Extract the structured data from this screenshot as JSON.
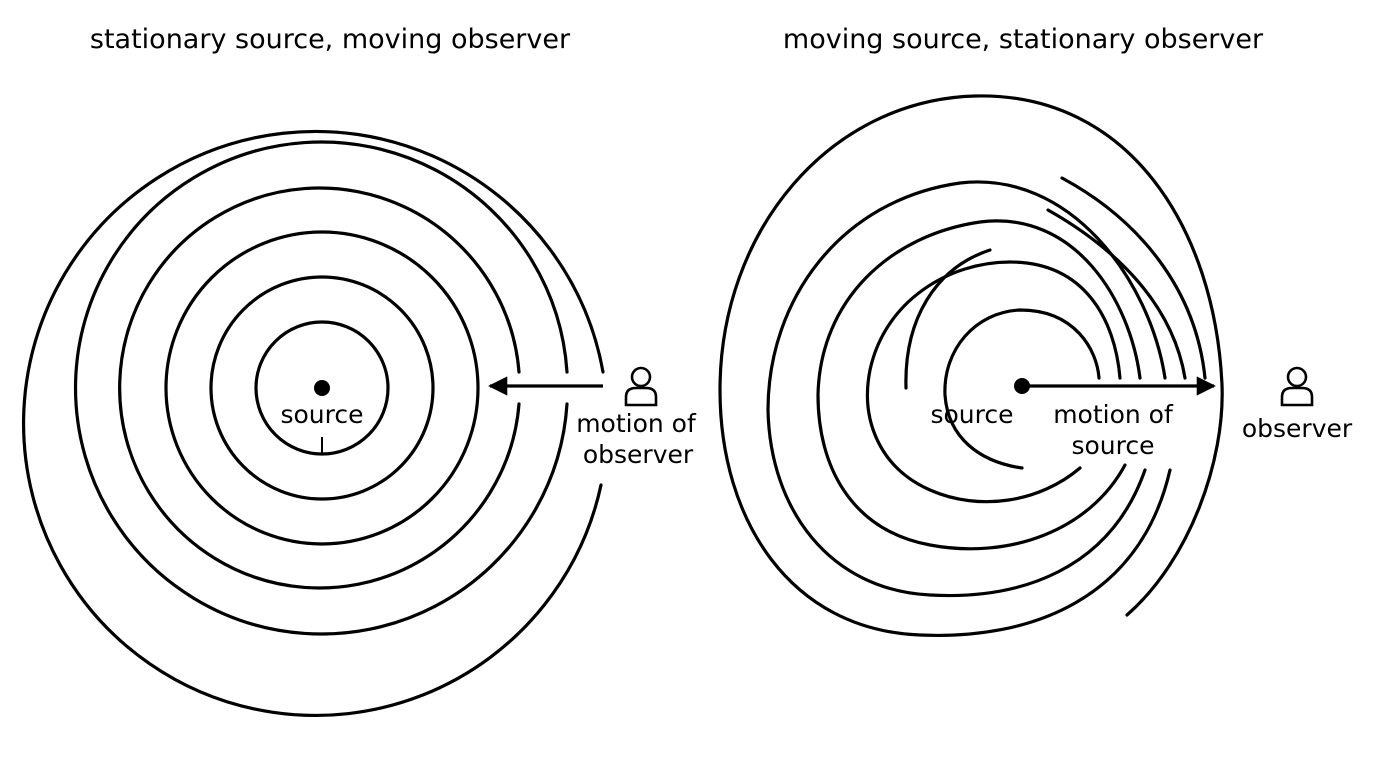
{
  "panels": {
    "left": {
      "title": "stationary source, moving observer",
      "source_label": "source",
      "motion_label_line1": "motion of",
      "motion_label_line2": "observer"
    },
    "right": {
      "title": "moving source, stationary observer",
      "source_label": "source",
      "motion_label_line1": "motion of",
      "motion_label_line2": "source",
      "observer_label": "observer"
    }
  },
  "icons": {
    "observer": "person-icon",
    "source": "source-dot-icon"
  },
  "colors": {
    "stroke": "#000000",
    "background": "#ffffff"
  }
}
